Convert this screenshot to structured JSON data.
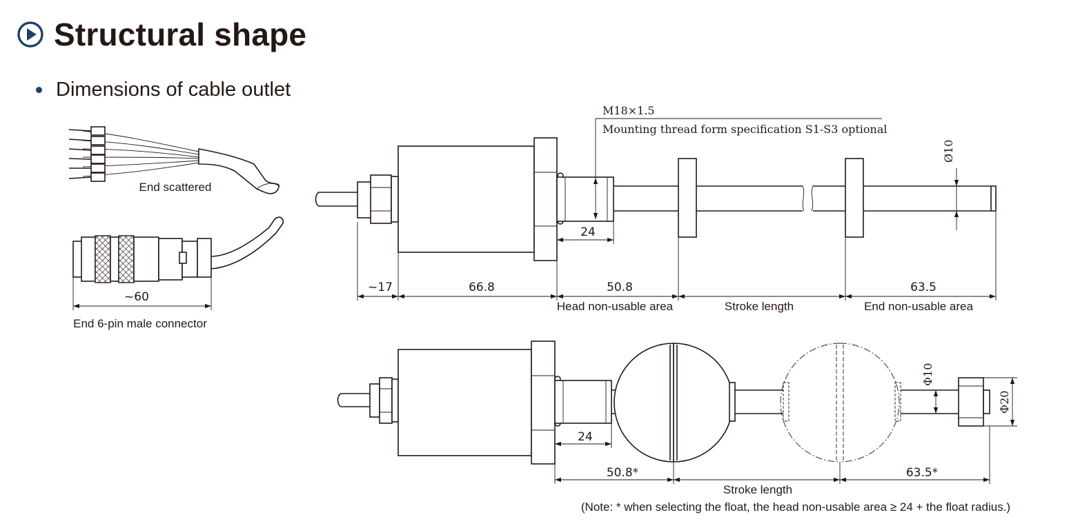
{
  "header": {
    "title": "Structural shape",
    "icon": "play-circle-icon",
    "accent_color": "#1f3f6e"
  },
  "section": {
    "subtitle": "Dimensions of cable outlet"
  },
  "cable_ends": {
    "scattered_label": "End scattered",
    "connector_label": "End 6-pin male connector",
    "connector_length": "~60"
  },
  "top_drawing": {
    "thread_spec": "M18×1.5",
    "thread_note": "Mounting thread form specification S1-S3 optional",
    "rod_diameter": "Ø10",
    "thread_length": "24",
    "dims": [
      "~17",
      "66.8",
      "50.8",
      "63.5"
    ],
    "zones": [
      "Head non-usable area",
      "Stroke length",
      "End non-usable area"
    ]
  },
  "bottom_drawing": {
    "rod_diameter": "Φ10",
    "float_diameter": "Φ20",
    "thread_length": "24",
    "head_dim": "50.8*",
    "end_dim": "63.5*",
    "stroke_label": "Stroke length",
    "note": "(Note: * when selecting the float, the head non-usable area ≥ 24 + the float radius.)"
  }
}
